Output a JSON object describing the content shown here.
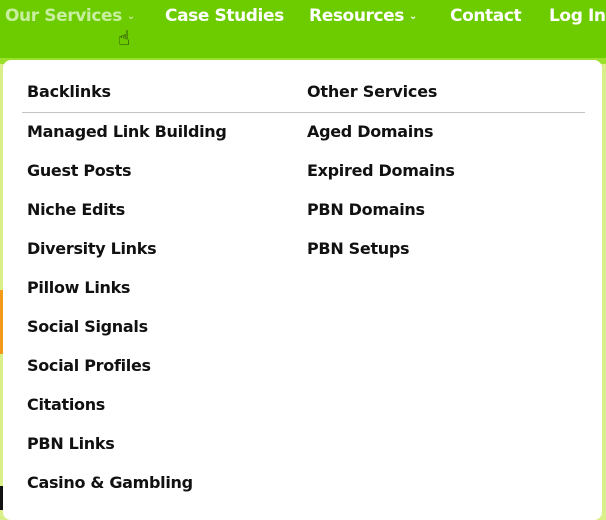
{
  "nav": {
    "items": [
      {
        "label": "Our Services",
        "has_dropdown": true,
        "active": true
      },
      {
        "label": "Case Studies",
        "has_dropdown": false
      },
      {
        "label": "Resources",
        "has_dropdown": true
      },
      {
        "label": "Contact",
        "has_dropdown": false
      },
      {
        "label": "Log In",
        "has_dropdown": false
      }
    ],
    "chevron": "chevron-down-icon",
    "color": "#6ccc00"
  },
  "dropdown": {
    "columns": [
      {
        "heading": "Backlinks",
        "links": [
          "Managed Link Building",
          "Guest Posts",
          "Niche Edits",
          "Diversity Links",
          "Pillow Links",
          "Social Signals",
          "Social Profiles",
          "Citations",
          "PBN Links",
          "Casino & Gambling"
        ]
      },
      {
        "heading": "Other Services",
        "links": [
          "Aged Domains",
          "Expired Domains",
          "PBN Domains",
          "PBN Setups"
        ]
      }
    ]
  }
}
